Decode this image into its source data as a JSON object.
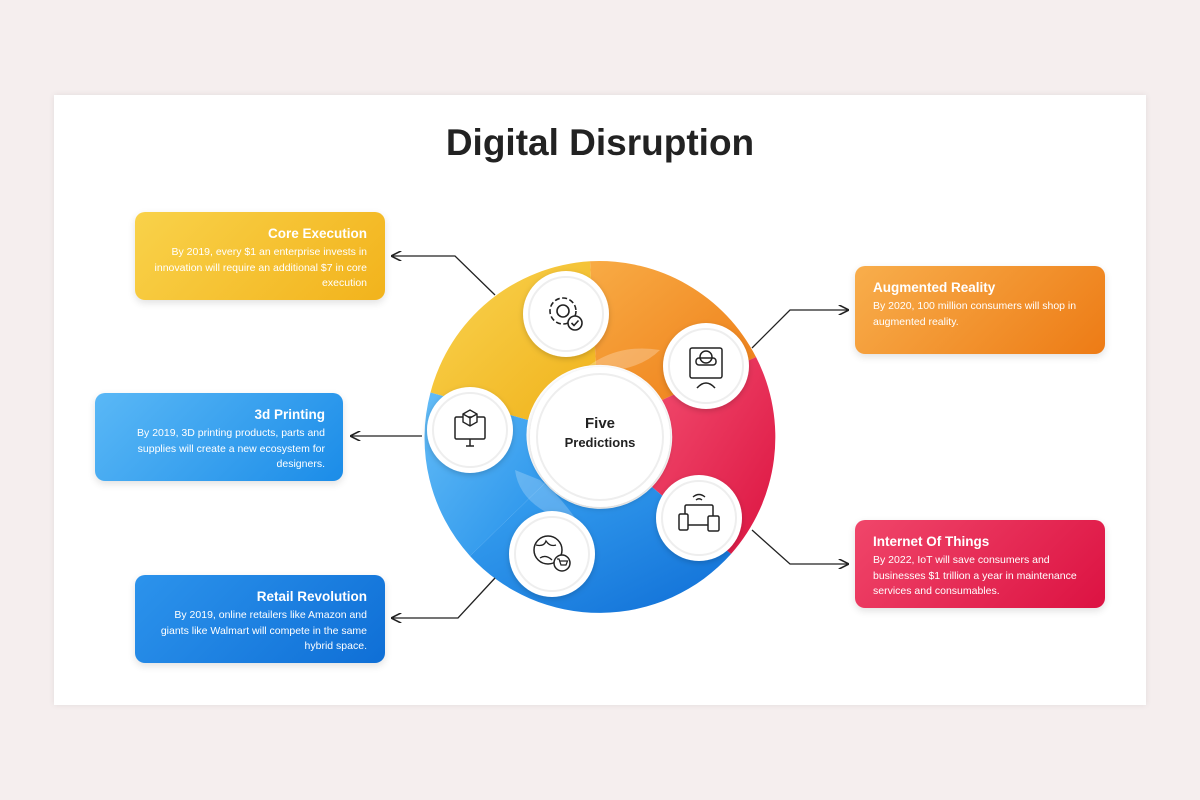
{
  "title": "Digital Disruption",
  "center": {
    "line1": "Five",
    "line2": "Predictions"
  },
  "cards": {
    "core": {
      "title": "Core Execution",
      "text": "By 2019, every $1 an enterprise invests in innovation will require an additional $7 in core execution",
      "icon": "gear-check-icon",
      "color": "#f5c02a"
    },
    "ar": {
      "title": "Augmented Reality",
      "text": "By 2020, 100 million consumers will shop in augmented reality.",
      "icon": "vr-headset-icon",
      "color": "#f08e25"
    },
    "print": {
      "title": "3d Printing",
      "text": "By 2019, 3D printing products, parts and supplies will create a new ecosystem for designers.",
      "icon": "monitor-3d-cube-icon",
      "color": "#2d9ef0"
    },
    "iot": {
      "title": "Internet Of Things",
      "text": "By 2022, IoT will save consumers and businesses $1 trillion a year in maintenance services and consumables.",
      "icon": "connected-devices-icon",
      "color": "#e62a54"
    },
    "retail": {
      "title": "Retail Revolution",
      "text": "By 2019, online retailers like Amazon and giants like Walmart will compete in the same hybrid space.",
      "icon": "globe-cart-icon",
      "color": "#1478dd"
    }
  }
}
